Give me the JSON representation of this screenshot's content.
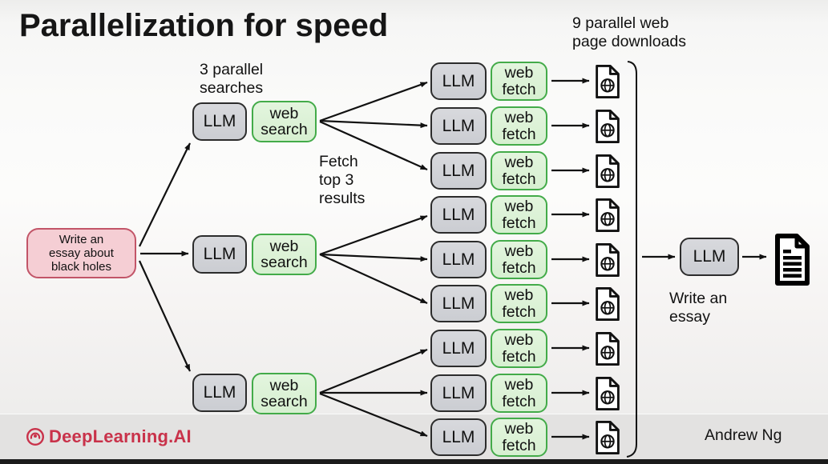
{
  "slide": {
    "title": "Parallelization for speed",
    "annotations": {
      "searches": "3 parallel\nsearches",
      "fetch": "Fetch\ntop 3\nresults",
      "downloads": "9 parallel web\npage downloads",
      "essay": "Write an\nessay"
    },
    "prompt": "Write an\nessay about\nblack holes",
    "stage1": [
      {
        "llm": "LLM",
        "tool": "web\nsearch"
      },
      {
        "llm": "LLM",
        "tool": "web\nsearch"
      },
      {
        "llm": "LLM",
        "tool": "web\nsearch"
      }
    ],
    "stage2": [
      {
        "llm": "LLM",
        "tool": "web\nfetch"
      },
      {
        "llm": "LLM",
        "tool": "web\nfetch"
      },
      {
        "llm": "LLM",
        "tool": "web\nfetch"
      },
      {
        "llm": "LLM",
        "tool": "web\nfetch"
      },
      {
        "llm": "LLM",
        "tool": "web\nfetch"
      },
      {
        "llm": "LLM",
        "tool": "web\nfetch"
      },
      {
        "llm": "LLM",
        "tool": "web\nfetch"
      },
      {
        "llm": "LLM",
        "tool": "web\nfetch"
      },
      {
        "llm": "LLM",
        "tool": "web\nfetch"
      }
    ],
    "final_llm": "LLM",
    "footer": {
      "brand": "DeepLearning.AI",
      "author": "Andrew Ng"
    },
    "colors": {
      "accent_red": "#c9324a",
      "box_gray_fill": "#d2d4d8",
      "box_green_fill": "#ddf3d8",
      "box_green_border": "#43ab49",
      "box_pink_fill": "#f5ced4",
      "box_pink_border": "#c25568",
      "line_black": "#111111"
    }
  }
}
